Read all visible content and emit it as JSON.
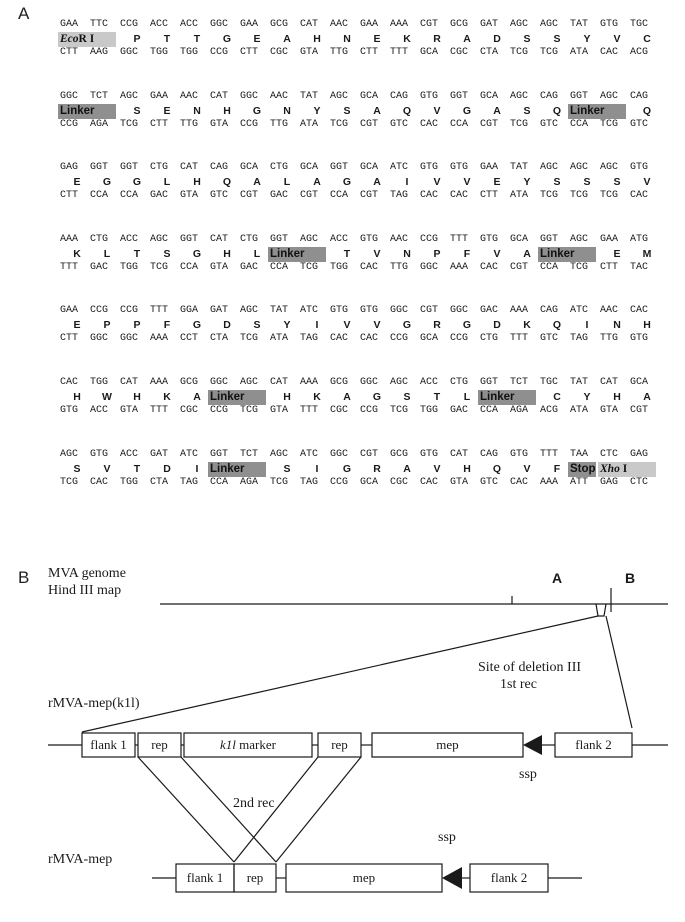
{
  "panel_a": {
    "label": "A",
    "blocks": [
      {
        "top_codons": [
          "GAA",
          "TTC",
          "CCG",
          "ACC",
          "ACC",
          "GGC",
          "GAA",
          "GCG",
          "CAT",
          "AAC",
          "GAA",
          "AAA",
          "CGT",
          "GCG",
          "GAT",
          "AGC",
          "AGC",
          "TAT",
          "GTG",
          "TGC"
        ],
        "amino_acids": [
          "",
          "",
          "P",
          "T",
          "T",
          "G",
          "E",
          "A",
          "H",
          "N",
          "E",
          "K",
          "R",
          "A",
          "D",
          "S",
          "S",
          "Y",
          "V",
          "C"
        ],
        "bottom_codons": [
          "CTT",
          "AAG",
          "GGC",
          "TGG",
          "TGG",
          "CCG",
          "CTT",
          "CGC",
          "GTA",
          "TTG",
          "CTT",
          "TTT",
          "GCA",
          "CGC",
          "CTA",
          "TCG",
          "TCG",
          "ATA",
          "CAC",
          "ACG"
        ],
        "highlights": [
          {
            "start": 0,
            "span": 2,
            "italic": "Eco",
            "text": "R I",
            "style": "light"
          }
        ]
      },
      {
        "top_codons": [
          "GGC",
          "TCT",
          "AGC",
          "GAA",
          "AAC",
          "CAT",
          "GGC",
          "AAC",
          "TAT",
          "AGC",
          "GCA",
          "CAG",
          "GTG",
          "GGT",
          "GCA",
          "AGC",
          "CAG",
          "GGT",
          "AGC",
          "CAG"
        ],
        "amino_acids": [
          "",
          "",
          "S",
          "E",
          "N",
          "H",
          "G",
          "N",
          "Y",
          "S",
          "A",
          "Q",
          "V",
          "G",
          "A",
          "S",
          "Q",
          "",
          "",
          "Q"
        ],
        "bottom_codons": [
          "CCG",
          "AGA",
          "TCG",
          "CTT",
          "TTG",
          "GTA",
          "CCG",
          "TTG",
          "ATA",
          "TCG",
          "CGT",
          "GTC",
          "CAC",
          "CCA",
          "CGT",
          "TCG",
          "GTC",
          "CCA",
          "TCG",
          "GTC"
        ],
        "highlights": [
          {
            "start": 0,
            "span": 2,
            "italic": "",
            "text": "Linker",
            "style": "dark"
          },
          {
            "start": 17,
            "span": 2,
            "italic": "",
            "text": "Linker",
            "style": "dark"
          }
        ]
      },
      {
        "top_codons": [
          "GAG",
          "GGT",
          "GGT",
          "CTG",
          "CAT",
          "CAG",
          "GCA",
          "CTG",
          "GCA",
          "GGT",
          "GCA",
          "ATC",
          "GTG",
          "GTG",
          "GAA",
          "TAT",
          "AGC",
          "AGC",
          "AGC",
          "GTG"
        ],
        "amino_acids": [
          "E",
          "G",
          "G",
          "L",
          "H",
          "Q",
          "A",
          "L",
          "A",
          "G",
          "A",
          "I",
          "V",
          "V",
          "E",
          "Y",
          "S",
          "S",
          "S",
          "V"
        ],
        "bottom_codons": [
          "CTT",
          "CCA",
          "CCA",
          "GAC",
          "GTA",
          "GTC",
          "CGT",
          "GAC",
          "CGT",
          "CCA",
          "CGT",
          "TAG",
          "CAC",
          "CAC",
          "CTT",
          "ATA",
          "TCG",
          "TCG",
          "TCG",
          "CAC"
        ],
        "highlights": []
      },
      {
        "top_codons": [
          "AAA",
          "CTG",
          "ACC",
          "AGC",
          "GGT",
          "CAT",
          "CTG",
          "GGT",
          "AGC",
          "ACC",
          "GTG",
          "AAC",
          "CCG",
          "TTT",
          "GTG",
          "GCA",
          "GGT",
          "AGC",
          "GAA",
          "ATG"
        ],
        "amino_acids": [
          "K",
          "L",
          "T",
          "S",
          "G",
          "H",
          "L",
          "",
          "",
          "T",
          "V",
          "N",
          "P",
          "F",
          "V",
          "A",
          "",
          "",
          "E",
          "M"
        ],
        "bottom_codons": [
          "TTT",
          "GAC",
          "TGG",
          "TCG",
          "CCA",
          "GTA",
          "GAC",
          "CCA",
          "TCG",
          "TGG",
          "CAC",
          "TTG",
          "GGC",
          "AAA",
          "CAC",
          "CGT",
          "CCA",
          "TCG",
          "CTT",
          "TAC"
        ],
        "highlights": [
          {
            "start": 7,
            "span": 2,
            "italic": "",
            "text": "Linker",
            "style": "dark"
          },
          {
            "start": 16,
            "span": 2,
            "italic": "",
            "text": "Linker",
            "style": "dark"
          }
        ]
      },
      {
        "top_codons": [
          "GAA",
          "CCG",
          "CCG",
          "TTT",
          "GGA",
          "GAT",
          "AGC",
          "TAT",
          "ATC",
          "GTG",
          "GTG",
          "GGC",
          "CGT",
          "GGC",
          "GAC",
          "AAA",
          "CAG",
          "ATC",
          "AAC",
          "CAC"
        ],
        "amino_acids": [
          "E",
          "P",
          "P",
          "F",
          "G",
          "D",
          "S",
          "Y",
          "I",
          "V",
          "V",
          "G",
          "R",
          "G",
          "D",
          "K",
          "Q",
          "I",
          "N",
          "H"
        ],
        "bottom_codons": [
          "CTT",
          "GGC",
          "GGC",
          "AAA",
          "CCT",
          "CTA",
          "TCG",
          "ATA",
          "TAG",
          "CAC",
          "CAC",
          "CCG",
          "GCA",
          "CCG",
          "CTG",
          "TTT",
          "GTC",
          "TAG",
          "TTG",
          "GTG"
        ],
        "highlights": []
      },
      {
        "top_codons": [
          "CAC",
          "TGG",
          "CAT",
          "AAA",
          "GCG",
          "GGC",
          "AGC",
          "CAT",
          "AAA",
          "GCG",
          "GGC",
          "AGC",
          "ACC",
          "CTG",
          "GGT",
          "TCT",
          "TGC",
          "TAT",
          "CAT",
          "GCA"
        ],
        "amino_acids": [
          "H",
          "W",
          "H",
          "K",
          "A",
          "",
          "",
          "H",
          "K",
          "A",
          "G",
          "S",
          "T",
          "L",
          "",
          "",
          "C",
          "Y",
          "H",
          "A"
        ],
        "bottom_codons": [
          "GTG",
          "ACC",
          "GTA",
          "TTT",
          "CGC",
          "CCG",
          "TCG",
          "GTA",
          "TTT",
          "CGC",
          "CCG",
          "TCG",
          "TGG",
          "GAC",
          "CCA",
          "AGA",
          "ACG",
          "ATA",
          "GTA",
          "CGT"
        ],
        "highlights": [
          {
            "start": 5,
            "span": 2,
            "italic": "",
            "text": "Linker",
            "style": "dark"
          },
          {
            "start": 14,
            "span": 2,
            "italic": "",
            "text": "Linker",
            "style": "dark"
          }
        ]
      },
      {
        "top_codons": [
          "AGC",
          "GTG",
          "ACC",
          "GAT",
          "ATC",
          "GGT",
          "TCT",
          "AGC",
          "ATC",
          "GGC",
          "CGT",
          "GCG",
          "GTG",
          "CAT",
          "CAG",
          "GTG",
          "TTT",
          "TAA",
          "CTC",
          "GAG"
        ],
        "amino_acids": [
          "S",
          "V",
          "T",
          "D",
          "I",
          "",
          "",
          "S",
          "I",
          "G",
          "R",
          "A",
          "V",
          "H",
          "Q",
          "V",
          "F",
          "",
          "",
          ""
        ],
        "bottom_codons": [
          "TCG",
          "CAC",
          "TGG",
          "CTA",
          "TAG",
          "CCA",
          "AGA",
          "TCG",
          "TAG",
          "CCG",
          "GCA",
          "CGC",
          "CAC",
          "GTA",
          "GTC",
          "CAC",
          "AAA",
          "ATT",
          "GAG",
          "CTC"
        ],
        "highlights": [
          {
            "start": 5,
            "span": 2,
            "italic": "",
            "text": "Linker",
            "style": "dark"
          },
          {
            "start": 17,
            "span": 1,
            "italic": "",
            "text": "Stop",
            "style": "dark"
          },
          {
            "start": 18,
            "span": 2,
            "italic": "Xho",
            "text": " I",
            "style": "light"
          }
        ]
      }
    ]
  },
  "panel_b": {
    "label": "B",
    "genome_line1": "MVA genome",
    "genome_line2": "Hind III map",
    "site_a": "A",
    "site_b": "B",
    "deletion_line1": "Site of deletion III",
    "deletion_line2": "1st rec",
    "construct1_label": "rMVA-mep(k1l)",
    "construct2_label": "rMVA-mep",
    "second_rec": "2nd rec",
    "ssp_1": "ssp",
    "ssp_2": "ssp",
    "boxes1": {
      "flank1": "flank 1",
      "rep1": "rep",
      "marker_italic": "k1l",
      "marker": " marker",
      "rep2": "rep",
      "mep": "mep",
      "flank2": "flank 2"
    },
    "boxes2": {
      "flank1": "flank 1",
      "rep": "rep",
      "mep": "mep",
      "flank2": "flank 2"
    }
  },
  "colors": {
    "highlight_dark": "#8f8f8f",
    "highlight_light": "#c9c9c9",
    "line": "#1a1a1a"
  }
}
